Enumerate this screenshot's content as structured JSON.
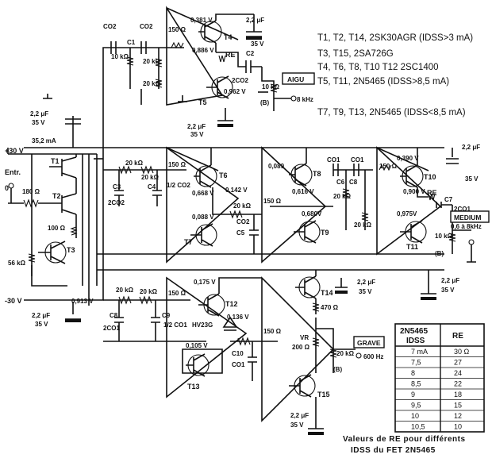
{
  "input": {
    "label": "Entr.",
    "zero": "0",
    "r_in": "180 Ω"
  },
  "rails": {
    "pos": "+30 V",
    "pos_current": "35,2 mA",
    "neg": "-30 V",
    "neg_v": "0,913 V"
  },
  "decoupling": {
    "cap": "2,2 μF",
    "volt": "35 V"
  },
  "input_stage": {
    "t1": "T1",
    "t2": "T2",
    "t3": "T3",
    "r_100": "100 Ω",
    "r_56k": "56 kΩ"
  },
  "aigu": {
    "c1": "CO2",
    "c2": "CO2",
    "c_c1": "C1",
    "r_10k": "10 kΩ",
    "r_20k_a": "20 kΩ",
    "r_20k_b": "20 kΩ",
    "r_150": "150 Ω",
    "v_top": "0,381 V",
    "t4": "T4",
    "v_886": "0,886 V",
    "re": "RE",
    "c_out": "C2",
    "c_out2": "2CO2",
    "v_962": "0,962 V",
    "t5": "T5",
    "pot": "10 kΩ",
    "pot_b": "(B)",
    "label": "AIGU",
    "freq": "8 kHz",
    "cap_a": "2,2 μF",
    "volt_a": "35 V",
    "cap_b": "2,2 μF",
    "volt_b": "35 V"
  },
  "medium": {
    "r_20k_a": "20 kΩ",
    "r_20k_b": "20 kΩ",
    "c3": "C3",
    "c3v": "2CO2",
    "c4": "C4",
    "c4v": "1/2 CO2",
    "r_150": "150 Ω",
    "t6": "T6",
    "v_142": "0,142 V",
    "v_668": "0,668 V",
    "v_088": "0,088 V",
    "t7": "T7",
    "r_20k_c": "20 kΩ",
    "c5": "C5",
    "c5v": "CO2",
    "v_089": "0,089",
    "t8": "T8",
    "v_616": "0,616 V",
    "r_150b": "150 Ω",
    "v_680": "0,680V",
    "t9": "T9",
    "c6": "C6",
    "c6v": "CO1",
    "c8": "C8",
    "c8v": "CO1",
    "r_20k_d": "20 kΩ",
    "r_20k_e": "20 kΩ",
    "r_150c": "150 Ω",
    "v_390": "0,390 V",
    "t10": "T10",
    "v_900": "0,900 V",
    "re": "RE",
    "c7": "C7",
    "c7v": "2CO1",
    "v_975": "0,975V",
    "t11": "T11",
    "pot": "10 kΩ",
    "pot_b": "(B)",
    "label": "MEDIUM",
    "freq": "0,6 à 8kHz",
    "cap_a": "2,2 μF",
    "volt_a": "35 V",
    "cap_b": "2,2 μF",
    "volt_b": "35 V"
  },
  "grave": {
    "r_20k_a": "20 kΩ",
    "r_20k_b": "20 kΩ",
    "c8": "C8",
    "c8v": "2CO1",
    "c9": "C9",
    "c9v": "1/2 CO1",
    "r_150": "150 Ω",
    "v_175": "0,175 V",
    "t12": "T12",
    "v_136": "0,136 V",
    "hv": "HV23G",
    "v_105": "0,105 V",
    "c10": "C10",
    "c10v": "CO1",
    "t13": "T13",
    "r_150b": "150 Ω",
    "t14": "T14",
    "r_470": "470 Ω",
    "vr": "VR",
    "vr_val": "200 Ω",
    "pot": "20 kΩ",
    "pot_b": "(B)",
    "t15": "T15",
    "label": "GRAVE",
    "freq": "600 Hz",
    "cap_a": "2,2 μF",
    "volt_a": "35 V",
    "cap_b": "2,2 μF",
    "volt_b": "35 V"
  },
  "legend": [
    "T1, T2, T14, 2SK30AGR (IDSS>3 mA)",
    "T3, T15, 2SA726G",
    "T4, T6, T8, T10 T12  2SC1400",
    "T5, T11, 2N5465 (IDSS>8,5 mA)",
    "T7, T9, T13,  2N5465 (IDSS<8,5 mA)"
  ],
  "table": {
    "col1_head_a": "2N5465",
    "col1_head_b": "IDSS",
    "col2_head": "RE",
    "rows": [
      [
        "7 mA",
        "30 Ω"
      ],
      [
        "7,5",
        "27"
      ],
      [
        "8",
        "24"
      ],
      [
        "8,5",
        "22"
      ],
      [
        "9",
        "18"
      ],
      [
        "9,5",
        "15"
      ],
      [
        "10",
        "12"
      ],
      [
        "10,5",
        "10"
      ]
    ]
  },
  "caption": {
    "line1": "Valeurs de RE pour différents",
    "line2": "IDSS du  FET 2N5465"
  }
}
